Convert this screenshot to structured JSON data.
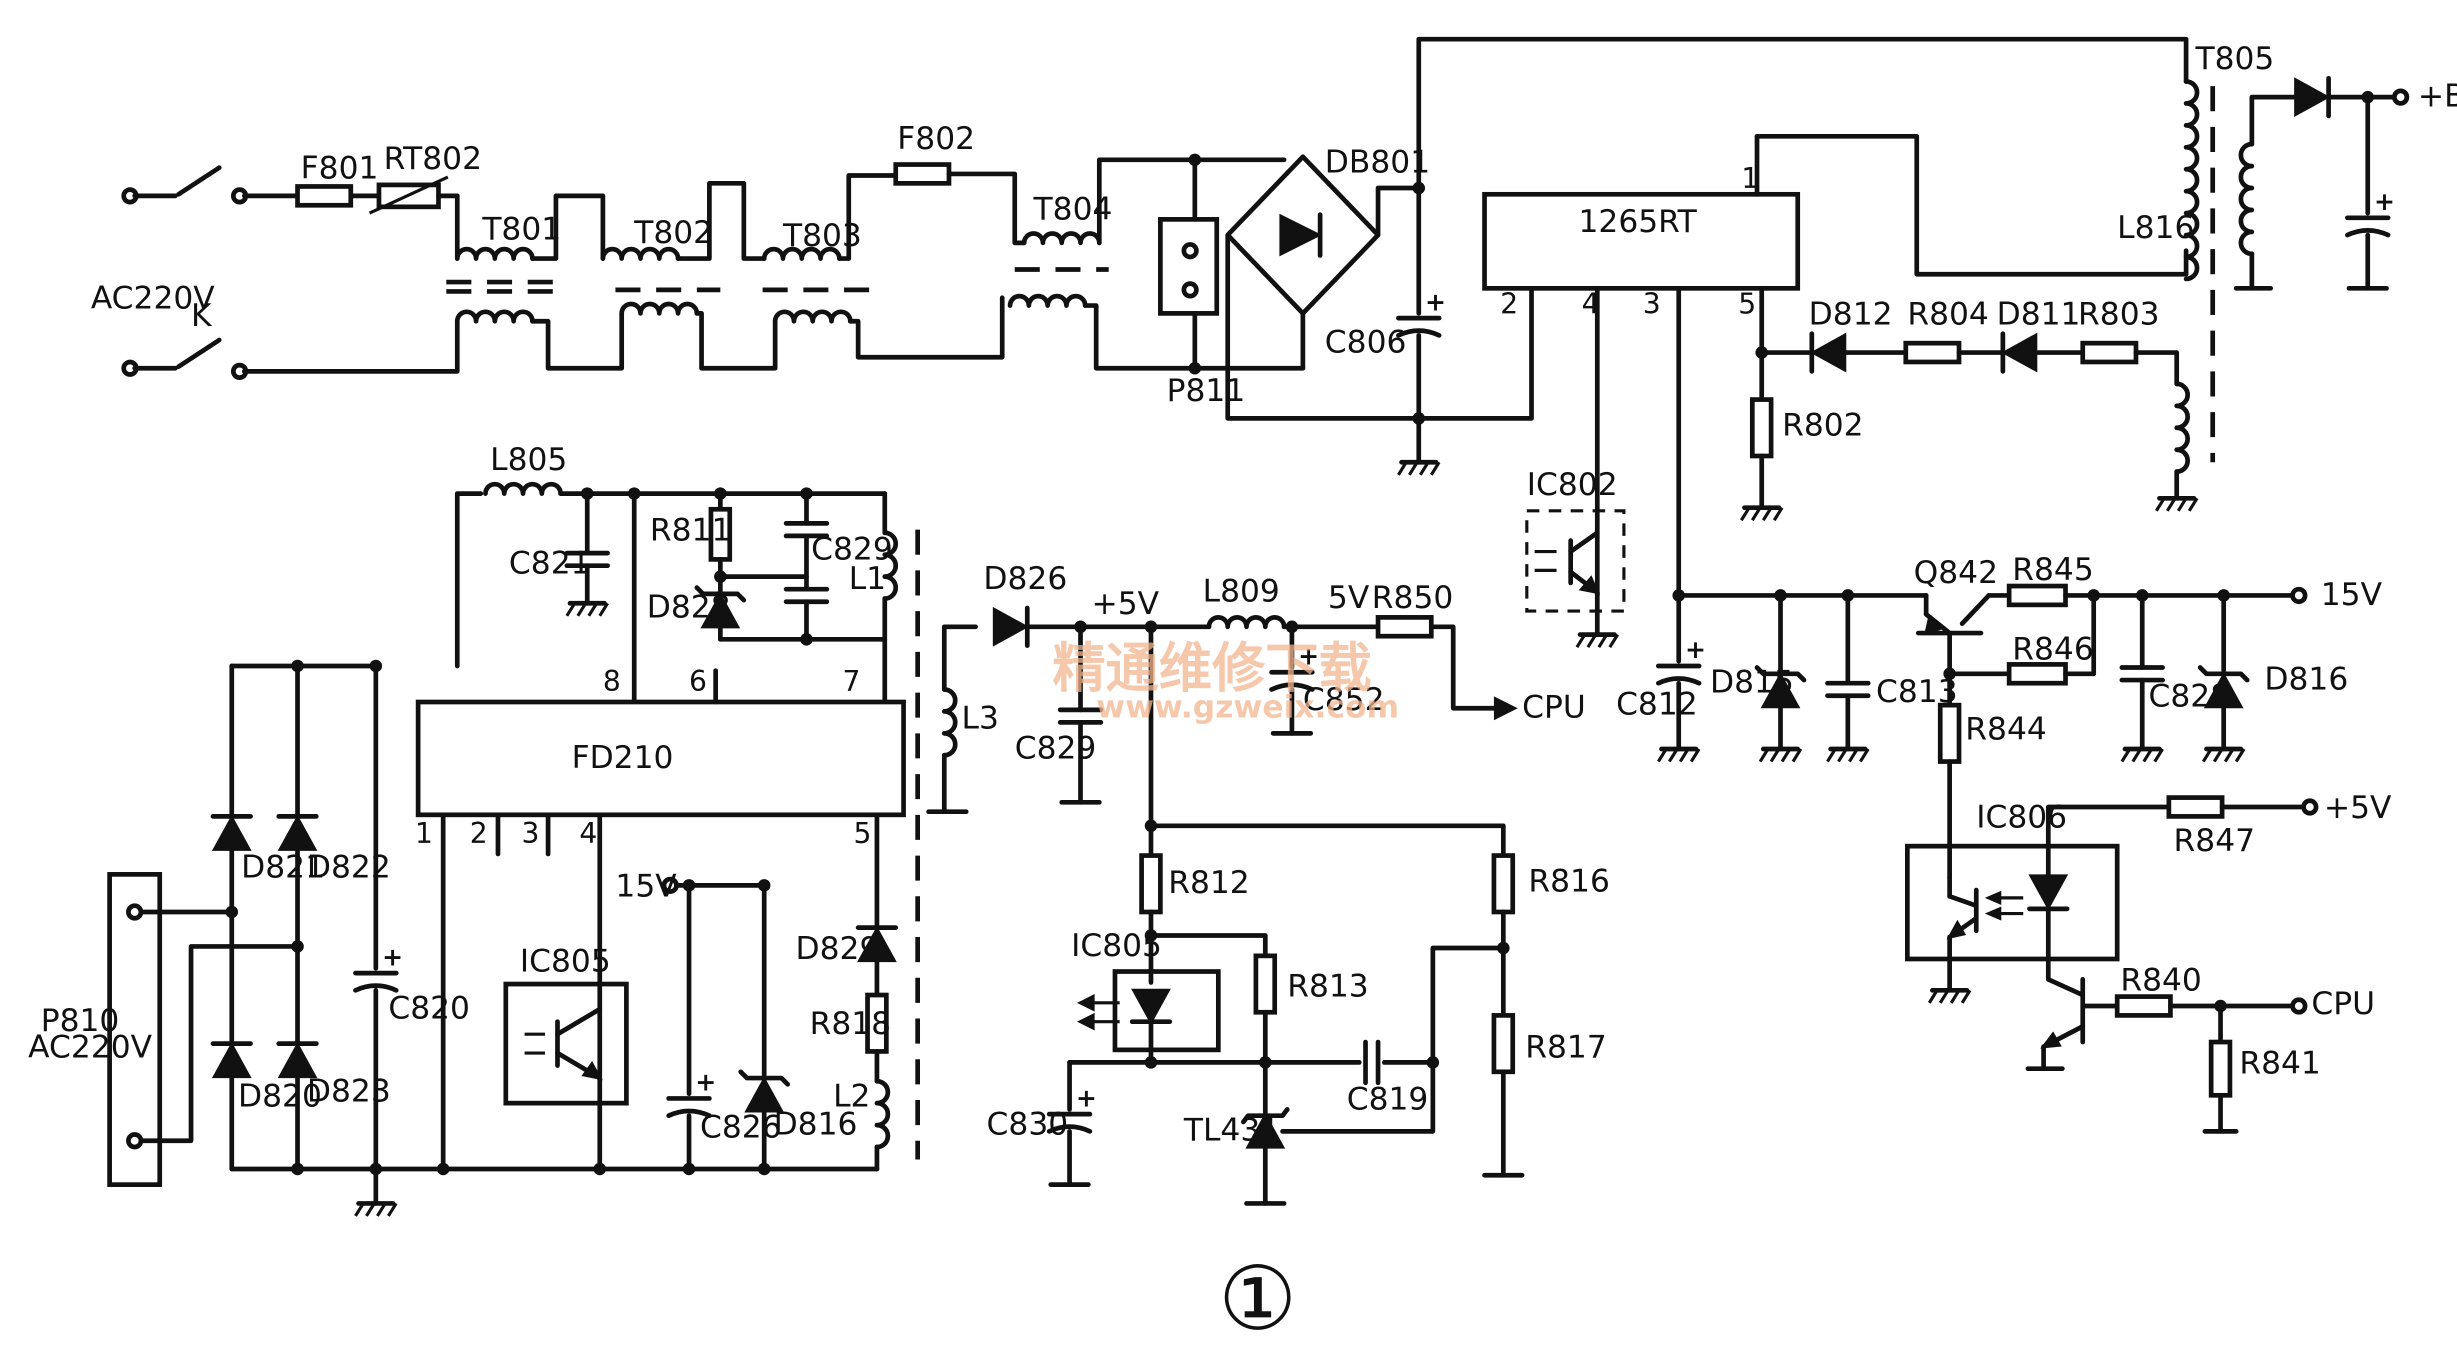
{
  "labels": {
    "f801": "F801",
    "rt802": "RT802",
    "ac220v": "AC220V",
    "k": "K",
    "t801": "T801",
    "t802": "T802",
    "t803": "T803",
    "f802": "F802",
    "t804": "T804",
    "p811": "P811",
    "db801": "DB801",
    "c806": "C806",
    "t805": "T805",
    "l816": "L816",
    "plus_b": "+B",
    "ic_1265rt": "1265RT",
    "pin1": "1",
    "pin2": "2",
    "pin3": "3",
    "pin4": "4",
    "pin5": "5",
    "d812": "D812",
    "r804": "R804",
    "d811": "D811",
    "r803": "R803",
    "r802": "R802",
    "ic802": "IC802",
    "l805": "L805",
    "c821": "C821",
    "r811": "R811",
    "c829a": "C829",
    "d828": "D828",
    "l1": "L1",
    "fd210": "FD210",
    "fd_pin8": "8",
    "fd_pin6": "6",
    "fd_pin7": "7",
    "fd_pin1": "1",
    "fd_pin2": "2",
    "fd_pin3": "3",
    "fd_pin4": "4",
    "fd_pin5": "5",
    "d821": "D821",
    "d822": "D822",
    "d820": "D820",
    "d823": "D823",
    "c820": "C820",
    "p810": "P810",
    "p810_ac": "AC220V",
    "v15_left": "15V",
    "ic805a": "IC805",
    "c826": "C826",
    "d816a": "D816",
    "d829": "D829",
    "r818": "R818",
    "l2": "L2",
    "l3": "L3",
    "d826": "D826",
    "plus5v": "+5V",
    "l809": "L809",
    "v5": "5V",
    "r850": "R850",
    "cpu1": "CPU",
    "c852": "C852",
    "c829b": "C829",
    "r812": "R812",
    "ic805b": "IC805",
    "r813": "R813",
    "c830": "C830",
    "tl431": "TL431",
    "c819": "C819",
    "r816": "R816",
    "r817": "R817",
    "q842": "Q842",
    "r845": "R845",
    "r846": "R846",
    "v15_right": "15V",
    "c812": "C812",
    "d815": "D815",
    "c813": "C813",
    "c828": "C828",
    "d816b": "D816",
    "r844": "R844",
    "ic806": "IC806",
    "r847": "R847",
    "plus5v_b": "+5V",
    "r840": "R840",
    "cpu2": "CPU",
    "r841": "R841"
  },
  "watermark": {
    "cn": "精通维修下载",
    "url": "www.gzweix.com"
  },
  "figure_number": "①"
}
